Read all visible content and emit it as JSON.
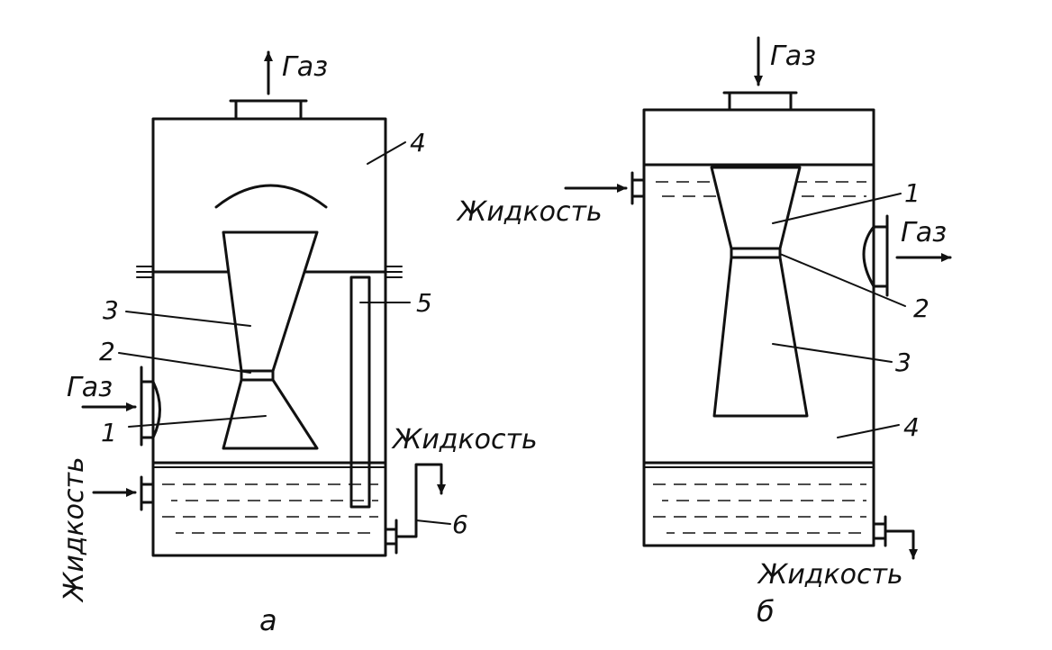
{
  "diagram_a": {
    "gas_out": "Газ",
    "gas_in": "Газ",
    "liquid_in": "Жидкость",
    "liquid_out": "Жидкость",
    "labels": [
      "1",
      "2",
      "3",
      "4",
      "5",
      "6"
    ],
    "caption": "а"
  },
  "diagram_b": {
    "gas_in": "Газ",
    "gas_out": "Газ",
    "liquid_in": "Жидкость",
    "liquid_out": "Жидкость",
    "labels": [
      "1",
      "2",
      "3",
      "4"
    ],
    "caption": "б"
  }
}
